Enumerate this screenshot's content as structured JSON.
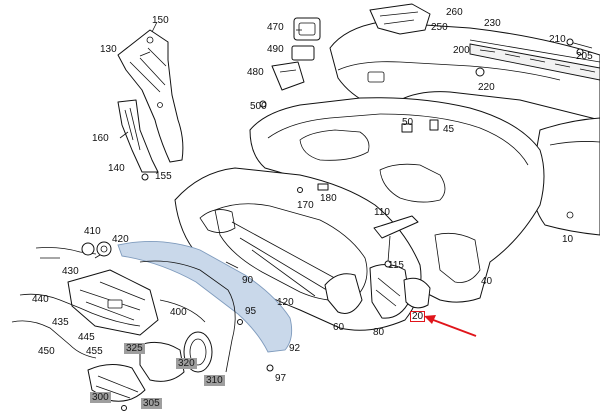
{
  "callouts": {
    "c10": "10",
    "c20": "20",
    "c40": "40",
    "c45": "45",
    "c50": "50",
    "c60": "60",
    "c80": "80",
    "c90": "90",
    "c92": "92",
    "c95": "95",
    "c97": "97",
    "c110": "110",
    "c115": "115",
    "c120": "120",
    "c130": "130",
    "c140": "140",
    "c150": "150",
    "c155": "155",
    "c160": "160",
    "c170": "170",
    "c180": "180",
    "c200": "200",
    "c205": "205",
    "c210": "210",
    "c220": "220",
    "c230": "230",
    "c250": "250",
    "c260": "260",
    "c300": "300",
    "c305": "305",
    "c310": "310",
    "c320": "320",
    "c325": "325",
    "c400": "400",
    "c410": "410",
    "c420": "420",
    "c430": "430",
    "c435": "435",
    "c440": "440",
    "c445": "445",
    "c450": "450",
    "c455": "455",
    "c470": "470",
    "c480": "480",
    "c490": "490",
    "c500": "500"
  },
  "colors": {
    "highlight_part": "#c9d8ea",
    "highlight_label": "#9e9e9e",
    "arrow": "#e0151b"
  }
}
